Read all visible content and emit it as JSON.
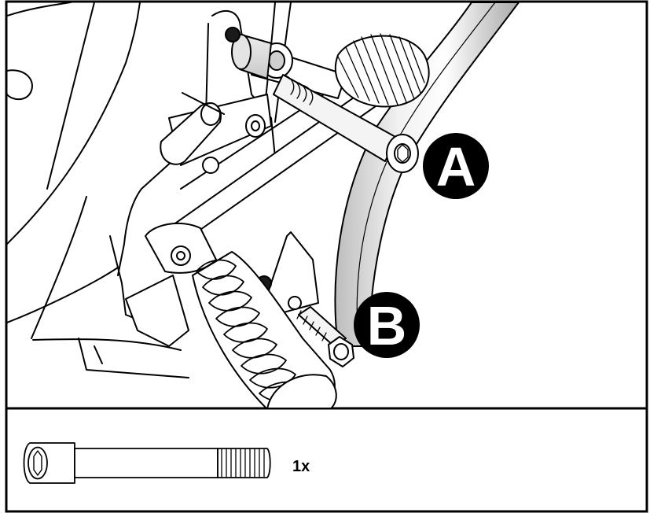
{
  "callouts": {
    "a": {
      "label": "A"
    },
    "b": {
      "label": "B"
    }
  },
  "parts_list": {
    "bolt": {
      "icon": "socket-cap-bolt-icon",
      "quantity": "1x"
    }
  },
  "colors": {
    "line": "#000000",
    "background": "#ffffff",
    "badge_fill": "#000000",
    "badge_text": "#ffffff",
    "tube_shade": "#d9d9d9"
  }
}
